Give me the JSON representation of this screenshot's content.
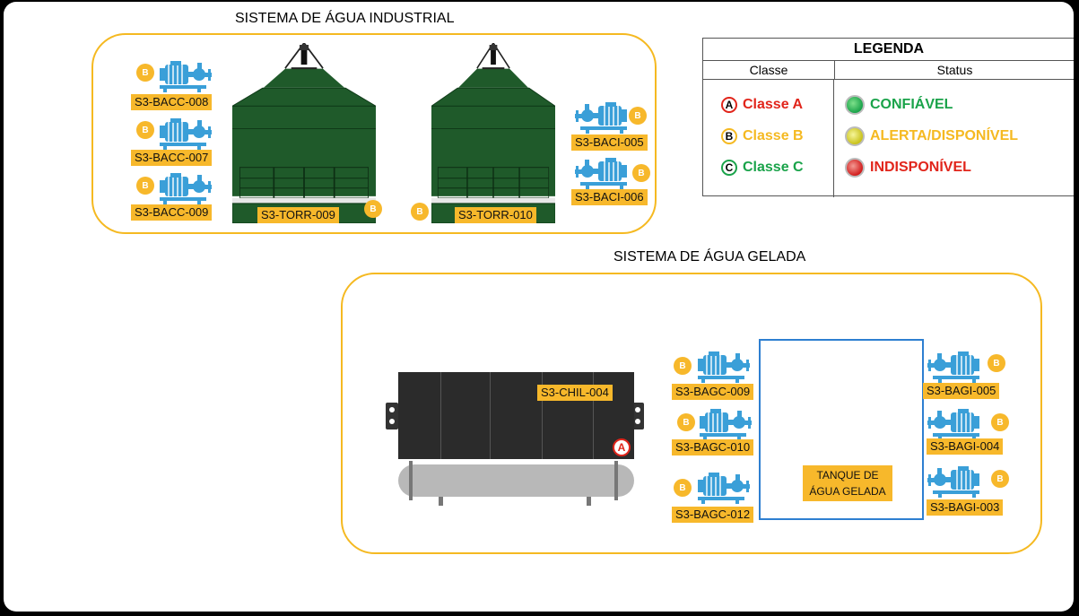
{
  "colors": {
    "group_border": "#f5b921",
    "tag_bg": "#f7b82b",
    "pump": "#3a9fd8",
    "tower": "#1f5a2a",
    "tank_border": "#2e7fd1",
    "class_a": "#e1251b",
    "class_b": "#f5b921",
    "class_c": "#1aa34a",
    "status_ok": "#1aa34a",
    "status_warn": "#f5b921",
    "status_down": "#e1251b"
  },
  "industrial": {
    "title": "SISTEMA DE ÁGUA INDUSTRIAL",
    "pumps": [
      {
        "tag": "S3-BACC-008",
        "class": "B",
        "icon": "pump-icon"
      },
      {
        "tag": "S3-BACC-007",
        "class": "B",
        "icon": "pump-icon"
      },
      {
        "tag": "S3-BACC-009",
        "class": "B",
        "icon": "pump-icon"
      },
      {
        "tag": "S3-BACI-005",
        "class": "B",
        "icon": "pump-icon"
      },
      {
        "tag": "S3-BACI-006",
        "class": "B",
        "icon": "pump-icon"
      }
    ],
    "towers": [
      {
        "tag": "S3-TORR-009",
        "class": "B",
        "icon": "cooling-tower-icon"
      },
      {
        "tag": "S3-TORR-010",
        "class": "B",
        "icon": "cooling-tower-icon"
      }
    ]
  },
  "chilled": {
    "title": "SISTEMA DE ÁGUA GELADA",
    "chiller": {
      "tag": "S3-CHIL-004",
      "class": "A",
      "icon": "chiller-icon"
    },
    "tank": {
      "label": "TANQUE DE ÁGUA GELADA"
    },
    "pumps": [
      {
        "tag": "S3-BAGC-009",
        "class": "B",
        "icon": "pump-icon"
      },
      {
        "tag": "S3-BAGC-010",
        "class": "B",
        "icon": "pump-icon"
      },
      {
        "tag": "S3-BAGC-012",
        "class": "B",
        "icon": "pump-icon"
      },
      {
        "tag": "S3-BAGI-005",
        "class": "B",
        "icon": "pump-icon"
      },
      {
        "tag": "S3-BAGI-004",
        "class": "B",
        "icon": "pump-icon"
      },
      {
        "tag": "S3-BAGI-003",
        "class": "B",
        "icon": "pump-icon"
      }
    ]
  },
  "legend": {
    "title": "LEGENDA",
    "col_class": "Classe",
    "col_status": "Status",
    "classes": [
      {
        "letter": "A",
        "label": "Classe A"
      },
      {
        "letter": "B",
        "label": "Classe B"
      },
      {
        "letter": "C",
        "label": "Classe C"
      }
    ],
    "statuses": [
      {
        "label": "CONFIÁVEL",
        "icon": "green-led-icon"
      },
      {
        "label": "ALERTA/DISPONÍVEL",
        "icon": "yellow-led-icon"
      },
      {
        "label": "INDISPONÍVEL",
        "icon": "red-led-icon"
      }
    ]
  }
}
